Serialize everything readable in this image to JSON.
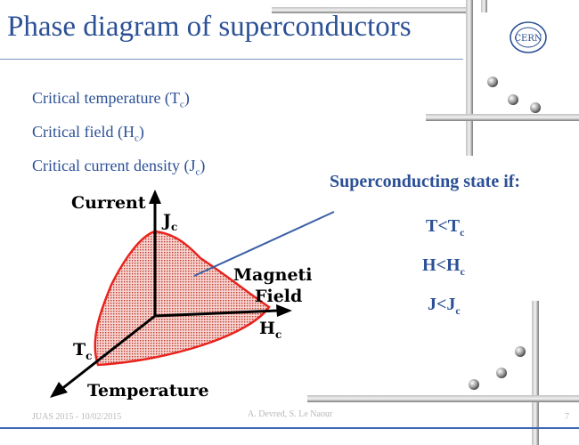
{
  "title": "Phase diagram of superconductors",
  "bullets": [
    {
      "text": "Critical temperature (T",
      "sub": "c",
      "close": ")"
    },
    {
      "text": "Critical field (H",
      "sub": "c",
      "close": ")"
    },
    {
      "text": "Critical current density (J",
      "sub": "c",
      "close": ")"
    }
  ],
  "diagram": {
    "axis_current": "Current",
    "axis_temperature": "Temperature",
    "field_line1": "Magnetic",
    "field_line2": "Field",
    "jc_main": "J",
    "jc_sub": "c",
    "hc_main": "H",
    "hc_sub": "c",
    "tc_main": "T",
    "tc_sub": "c"
  },
  "conditions": {
    "heading": "Superconducting state if:",
    "items": [
      {
        "main": "T<T",
        "sub": "c"
      },
      {
        "main": "H<H",
        "sub": "c"
      },
      {
        "main": "J<J",
        "sub": "c"
      }
    ]
  },
  "footer": {
    "left": "JUAS 2015 - 10/02/2015",
    "center": "A. Devred, S. Le Naour",
    "page": "7"
  },
  "logo_text": "CERN",
  "colors": {
    "title": "#2c5096",
    "region_edge": "#e8231e",
    "region_fill": "#f2b8b4",
    "pointer": "#3a5fa5"
  }
}
